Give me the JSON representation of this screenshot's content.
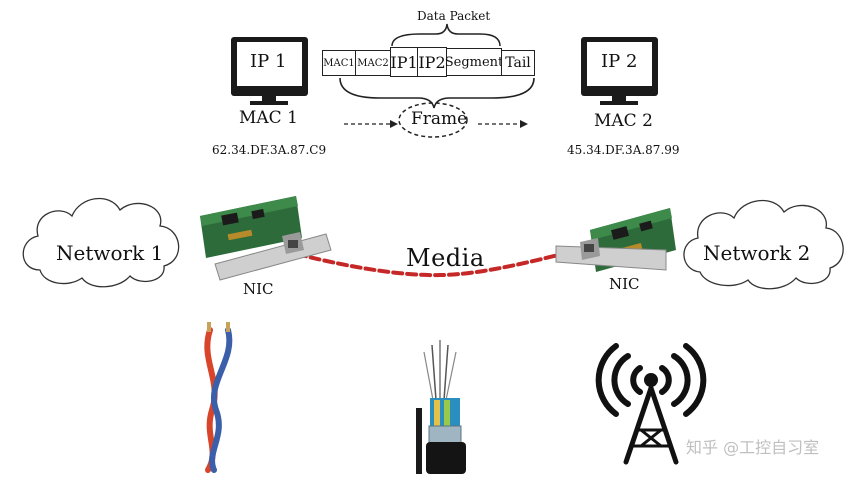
{
  "hosts": [
    {
      "ip": "IP 1",
      "mac": "MAC 1",
      "address": "62.34.DF.3A.87.C9"
    },
    {
      "ip": "IP 2",
      "mac": "MAC 2",
      "address": "45.34.DF.3A.87.99"
    }
  ],
  "packet": {
    "title": "Data Packet",
    "fields": [
      "MAC1",
      "MAC2",
      "IP1",
      "IP2",
      "Segment",
      "Tail"
    ],
    "frame_label": "Frame"
  },
  "networks": [
    "Network 1",
    "Network 2"
  ],
  "nic_label": "NIC",
  "media_label": "Media",
  "watermark": "知乎 @工控自习室",
  "icons": [
    "twisted-pair-cable-icon",
    "fiber-optic-cable-icon",
    "wireless-tower-icon"
  ]
}
